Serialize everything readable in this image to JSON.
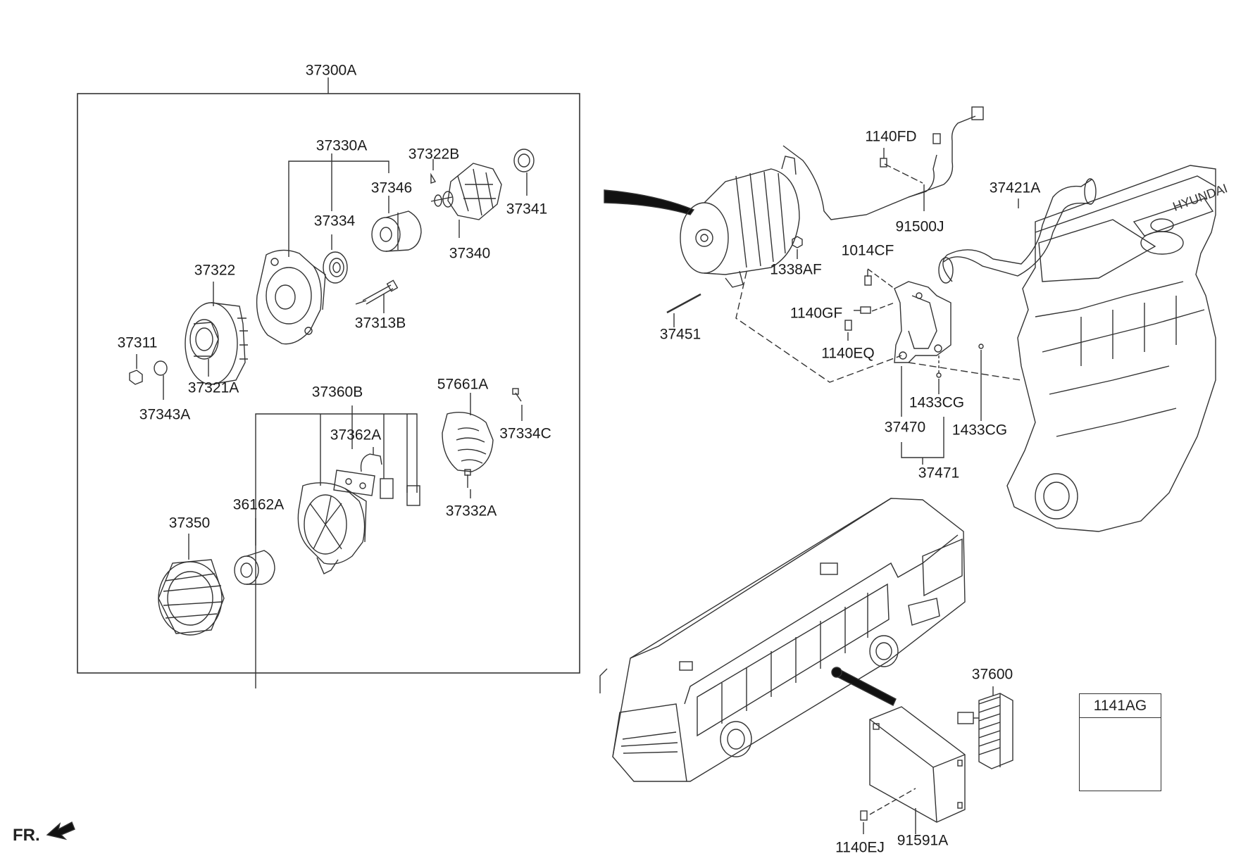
{
  "labels": {
    "alternator_assy": "37300A",
    "front_bracket": "37330A",
    "bracket_bearing": "37334",
    "bearing_retainer": "37346",
    "woodruff_key": "37322B",
    "rotor": "37340",
    "rear_bearing": "37341",
    "pulley_fan": "37322",
    "pulley": "37321A",
    "nut": "37311",
    "spring_washer": "37343A",
    "through_bolt": "37313B",
    "rear_bracket": "37360B",
    "brush_holder": "37362A",
    "insulator": "36162A",
    "stator": "37350",
    "rear_cover": "57661A",
    "cover_screw": "37334C",
    "cover_bolt": "37332A",
    "alt_bolt": "37451",
    "nut_1338AF": "1338AF",
    "bolt_1140FD": "1140FD",
    "wiring_91500J": "91500J",
    "bolt_1014CF": "1014CF",
    "bolt_1140GF": "1140GF",
    "bolt_1140EQ": "1140EQ",
    "pin_1433CG_a": "1433CG",
    "pin_1433CG_b": "1433CG",
    "bracket_37470": "37470",
    "bracket_assy_37471": "37471",
    "hose_37421A": "37421A",
    "regulator_37600": "37600",
    "kit_1141AG": "1141AG",
    "bolt_1140EJ": "1140EJ",
    "module_91591A": "91591A",
    "front_marker": "FR."
  },
  "engine_logo": "HYUNDAI"
}
